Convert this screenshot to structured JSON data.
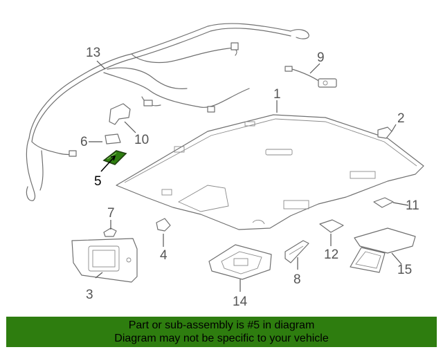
{
  "callouts": {
    "c1": "1",
    "c2": "2",
    "c3": "3",
    "c4": "4",
    "c5": "5",
    "c6": "6",
    "c7": "7",
    "c8": "8",
    "c9": "9",
    "c10": "10",
    "c11": "11",
    "c12": "12",
    "c13": "13",
    "c14": "14",
    "c15": "15"
  },
  "highlight_part": "5",
  "colors": {
    "highlight": "#2e7d0f",
    "banner": "#2e7d0f",
    "line": "#6f6f6f"
  },
  "banner": {
    "line1": "Part or sub-assembly is #5 in diagram",
    "line2": "Diagram may not be specific to your vehicle"
  }
}
